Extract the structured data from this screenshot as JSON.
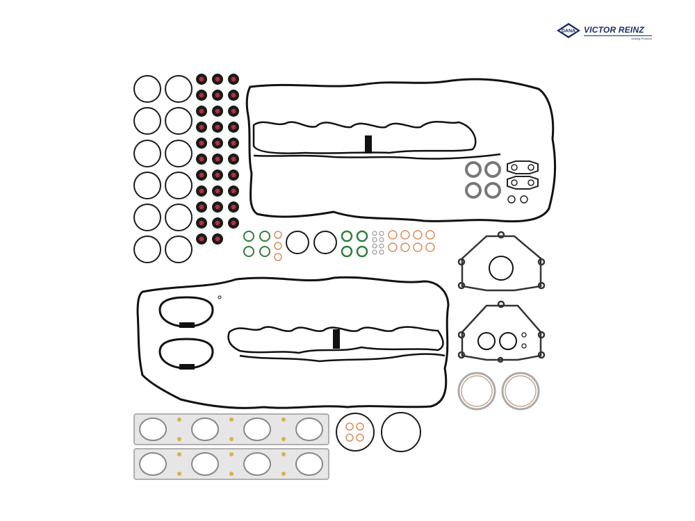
{
  "logo": {
    "badge": "DANA",
    "brand": "VICTOR REINZ",
    "tagline": "Sealing Products"
  },
  "colors": {
    "gasket_black": "#1a1a1a",
    "oring_green": "#2e7d3a",
    "oring_orange": "#d98c5a",
    "seal_red": "#b0303a",
    "metal_gray": "#9a9a9a",
    "brand_navy": "#1b2f63"
  }
}
